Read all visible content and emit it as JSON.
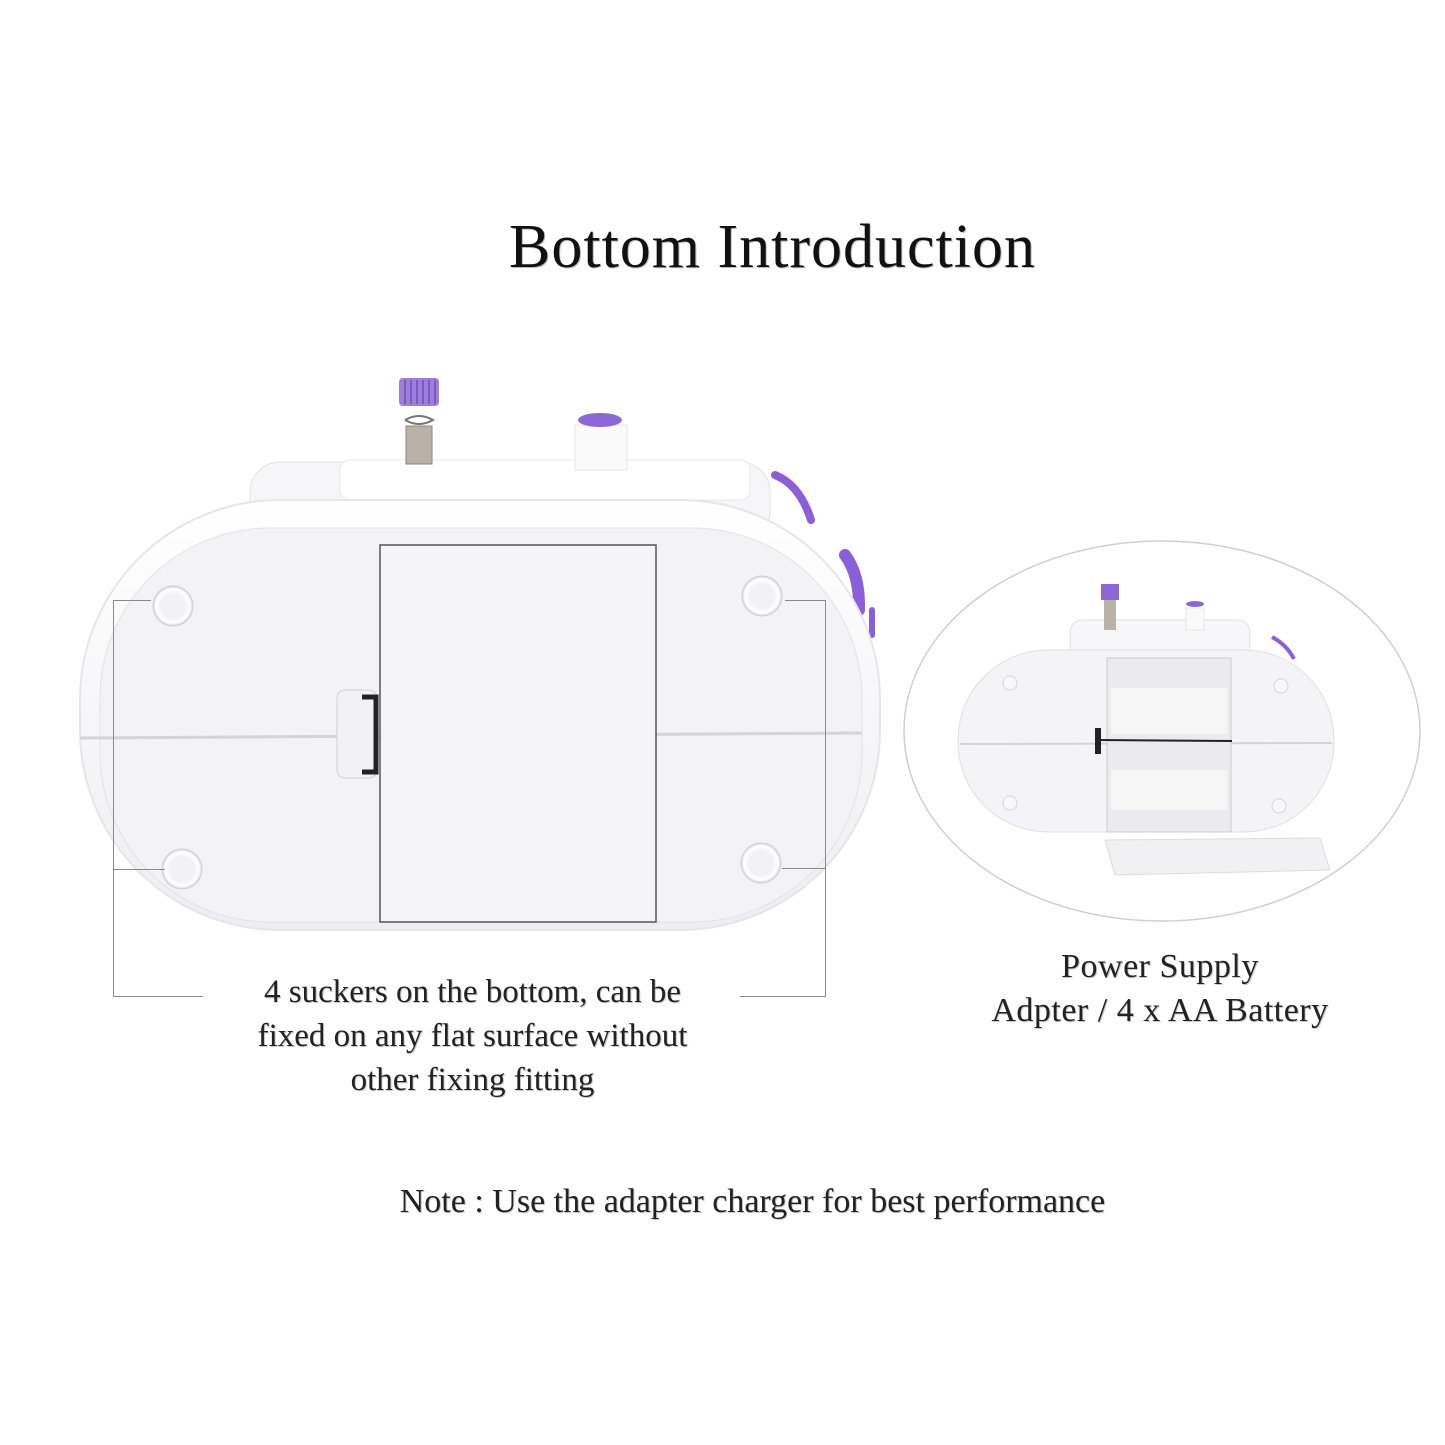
{
  "title": "Bottom Introduction",
  "left_callout": {
    "lines": [
      "4 suckers on the bottom, can be",
      "fixed on any flat surface without",
      "other fixing fitting"
    ]
  },
  "right_callout": {
    "lines": [
      "Power Supply",
      "Adpter / 4 x AA Battery"
    ]
  },
  "note": "Note : Use the adapter charger for best performance",
  "colors": {
    "accent_purple": "#8a5fd6",
    "body_white": "#f3f2f5",
    "callout_line": "#8a8a8a",
    "text": "#222222"
  },
  "images": {
    "main": "sewing-machine-bottom-view",
    "inset": "sewing-machine-battery-compartment-open"
  }
}
